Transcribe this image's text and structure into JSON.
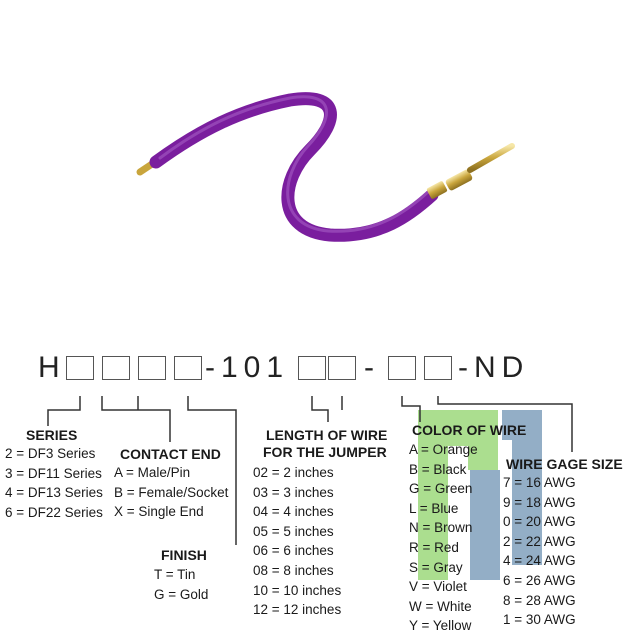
{
  "part_number": {
    "prefix": "H",
    "mid": "-101",
    "sep": "-",
    "suffix": "-ND"
  },
  "series": {
    "title": "SERIES",
    "items": [
      "2 = DF3 Series",
      "3 = DF11 Series",
      "4 = DF13 Series",
      "6 = DF22 Series"
    ]
  },
  "contact_end": {
    "title": "CONTACT END",
    "items": [
      "A = Male/Pin",
      "B = Female/Socket",
      "X = Single End"
    ]
  },
  "finish": {
    "title": "FINISH",
    "items": [
      "T = Tin",
      "G = Gold"
    ]
  },
  "length": {
    "title_line1": "LENGTH OF WIRE",
    "title_line2": "FOR THE JUMPER",
    "items": [
      "02 = 2 inches",
      "03 = 3 inches",
      "04 = 4 inches",
      "05 = 5 inches",
      "06 = 6 inches",
      "08 = 8 inches",
      "10 = 10 inches",
      "12 = 12 inches"
    ]
  },
  "color": {
    "title": "COLOR OF WIRE",
    "items": [
      "A = Orange",
      "B = Black",
      "G = Green",
      "L = Blue",
      "N = Brown",
      "R = Red",
      "S = Gray",
      "V = Violet",
      "W = White",
      "Y = Yellow"
    ]
  },
  "gage": {
    "title": "WIRE GAGE SIZE",
    "items": [
      "7 = 16 AWG",
      "9 = 18 AWG",
      "0 = 20 AWG",
      "2 = 22 AWG",
      "4 = 24 AWG",
      "6 = 26 AWG",
      "8 = 28 AWG",
      "1 = 30 AWG"
    ]
  },
  "colors": {
    "wire": "#7a1e9e",
    "wire_highlight": "#a55bc4",
    "watermark_green": "#8fd46a",
    "watermark_blue": "#6f93b3"
  }
}
